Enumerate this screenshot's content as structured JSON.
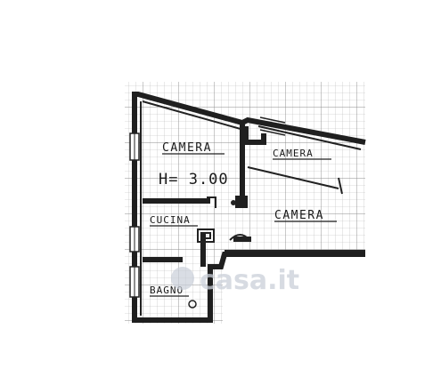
{
  "rooms": {
    "camera_1": "CAMERA",
    "camera_2": "CAMERA",
    "camera_3": "CAMERA",
    "cucina": "CUCINA",
    "bagno": "BAGNO"
  },
  "ceiling_height": "H= 3.00",
  "watermark": "casa.it"
}
